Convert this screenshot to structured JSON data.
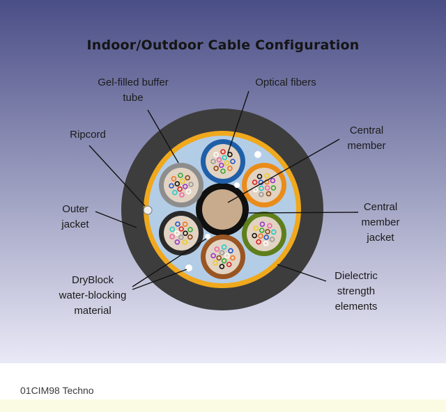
{
  "title": "Indoor/Outdoor Cable Configuration",
  "labels": {
    "gel_tube_line1": "Gel-filled buffer",
    "gel_tube_line2": "tube",
    "optical_fibers": "Optical fibers",
    "ripcord": "Ripcord",
    "central_member_line1": "Central",
    "central_member_line2": "member",
    "outer_jacket_line1": "Outer",
    "outer_jacket_line2": "jacket",
    "central_member_jacket_line1": "Central",
    "central_member_jacket_line2": "member",
    "central_member_jacket_line3": "jacket",
    "dryblock_line1": "DryBlock",
    "dryblock_line2": "water-blocking",
    "dryblock_line3": "material",
    "dielectric_line1": "Dielectric",
    "dielectric_line2": "strength",
    "dielectric_line3": "elements"
  },
  "credit": "01CIM98 Techno",
  "colors": {
    "background_top": "#4a4e86",
    "background_bottom": "#e9e9f6",
    "outer_jacket": "#3d3d3d",
    "strength_ring": "#f0a81c",
    "water_blocking": "#b3cde6",
    "central_member": "#c8ab8d",
    "central_member_jacket": "#101010",
    "tube_blue": "#1f5fa8",
    "tube_orange": "#ea8c1a",
    "tube_green": "#5f7f1c",
    "tube_brown": "#9a5522",
    "tube_black": "#2a2a2a",
    "tube_gray": "#8d8d8d",
    "fiber_core": "#e2d3c3"
  },
  "fiber_colors": [
    "#2255cc",
    "#ee7722",
    "#33aa33",
    "#8b4513",
    "#999999",
    "#ffffff",
    "#dd2222",
    "#111111",
    "#eecc22",
    "#9933cc",
    "#ee66aa",
    "#22cccc"
  ]
}
